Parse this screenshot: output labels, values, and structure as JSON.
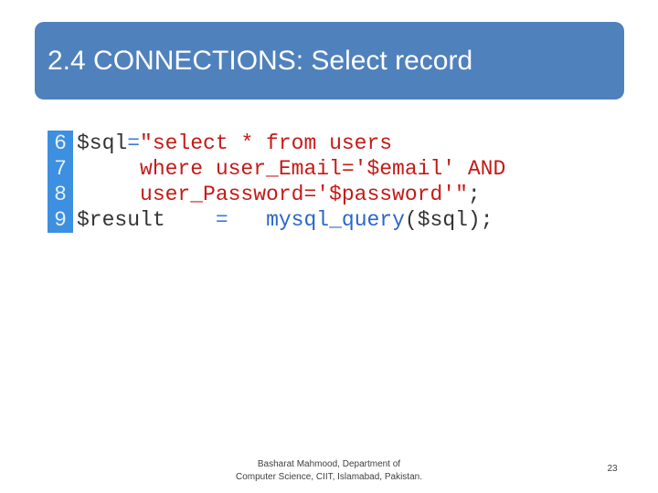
{
  "title": "2.4 CONNECTIONS: Select record",
  "code": {
    "lines": [
      {
        "num": "6",
        "var": "$sql",
        "eq": "=",
        "str": "\"select * from users"
      },
      {
        "num": "7",
        "indent": "     ",
        "str": "where user_Email='$email' AND"
      },
      {
        "num": "8",
        "indent": "     ",
        "str": "user_Password='$password'\"",
        "end": ";"
      },
      {
        "num": "9",
        "var": "$result",
        "gap1": "    ",
        "eq": "=",
        "gap2": "   ",
        "fn": "mysql_query",
        "args": "($sql)",
        "end": ";"
      }
    ]
  },
  "footer": {
    "line1": "Basharat Mahmood, Department of",
    "line2": "Computer Science, CIIT, Islamabad, Pakistan."
  },
  "page_number": "23",
  "colors": {
    "title_bg": "#4f81bd",
    "line_number_bg": "#3d8fe0",
    "string": "#c41a16",
    "function": "#2a66c8"
  }
}
